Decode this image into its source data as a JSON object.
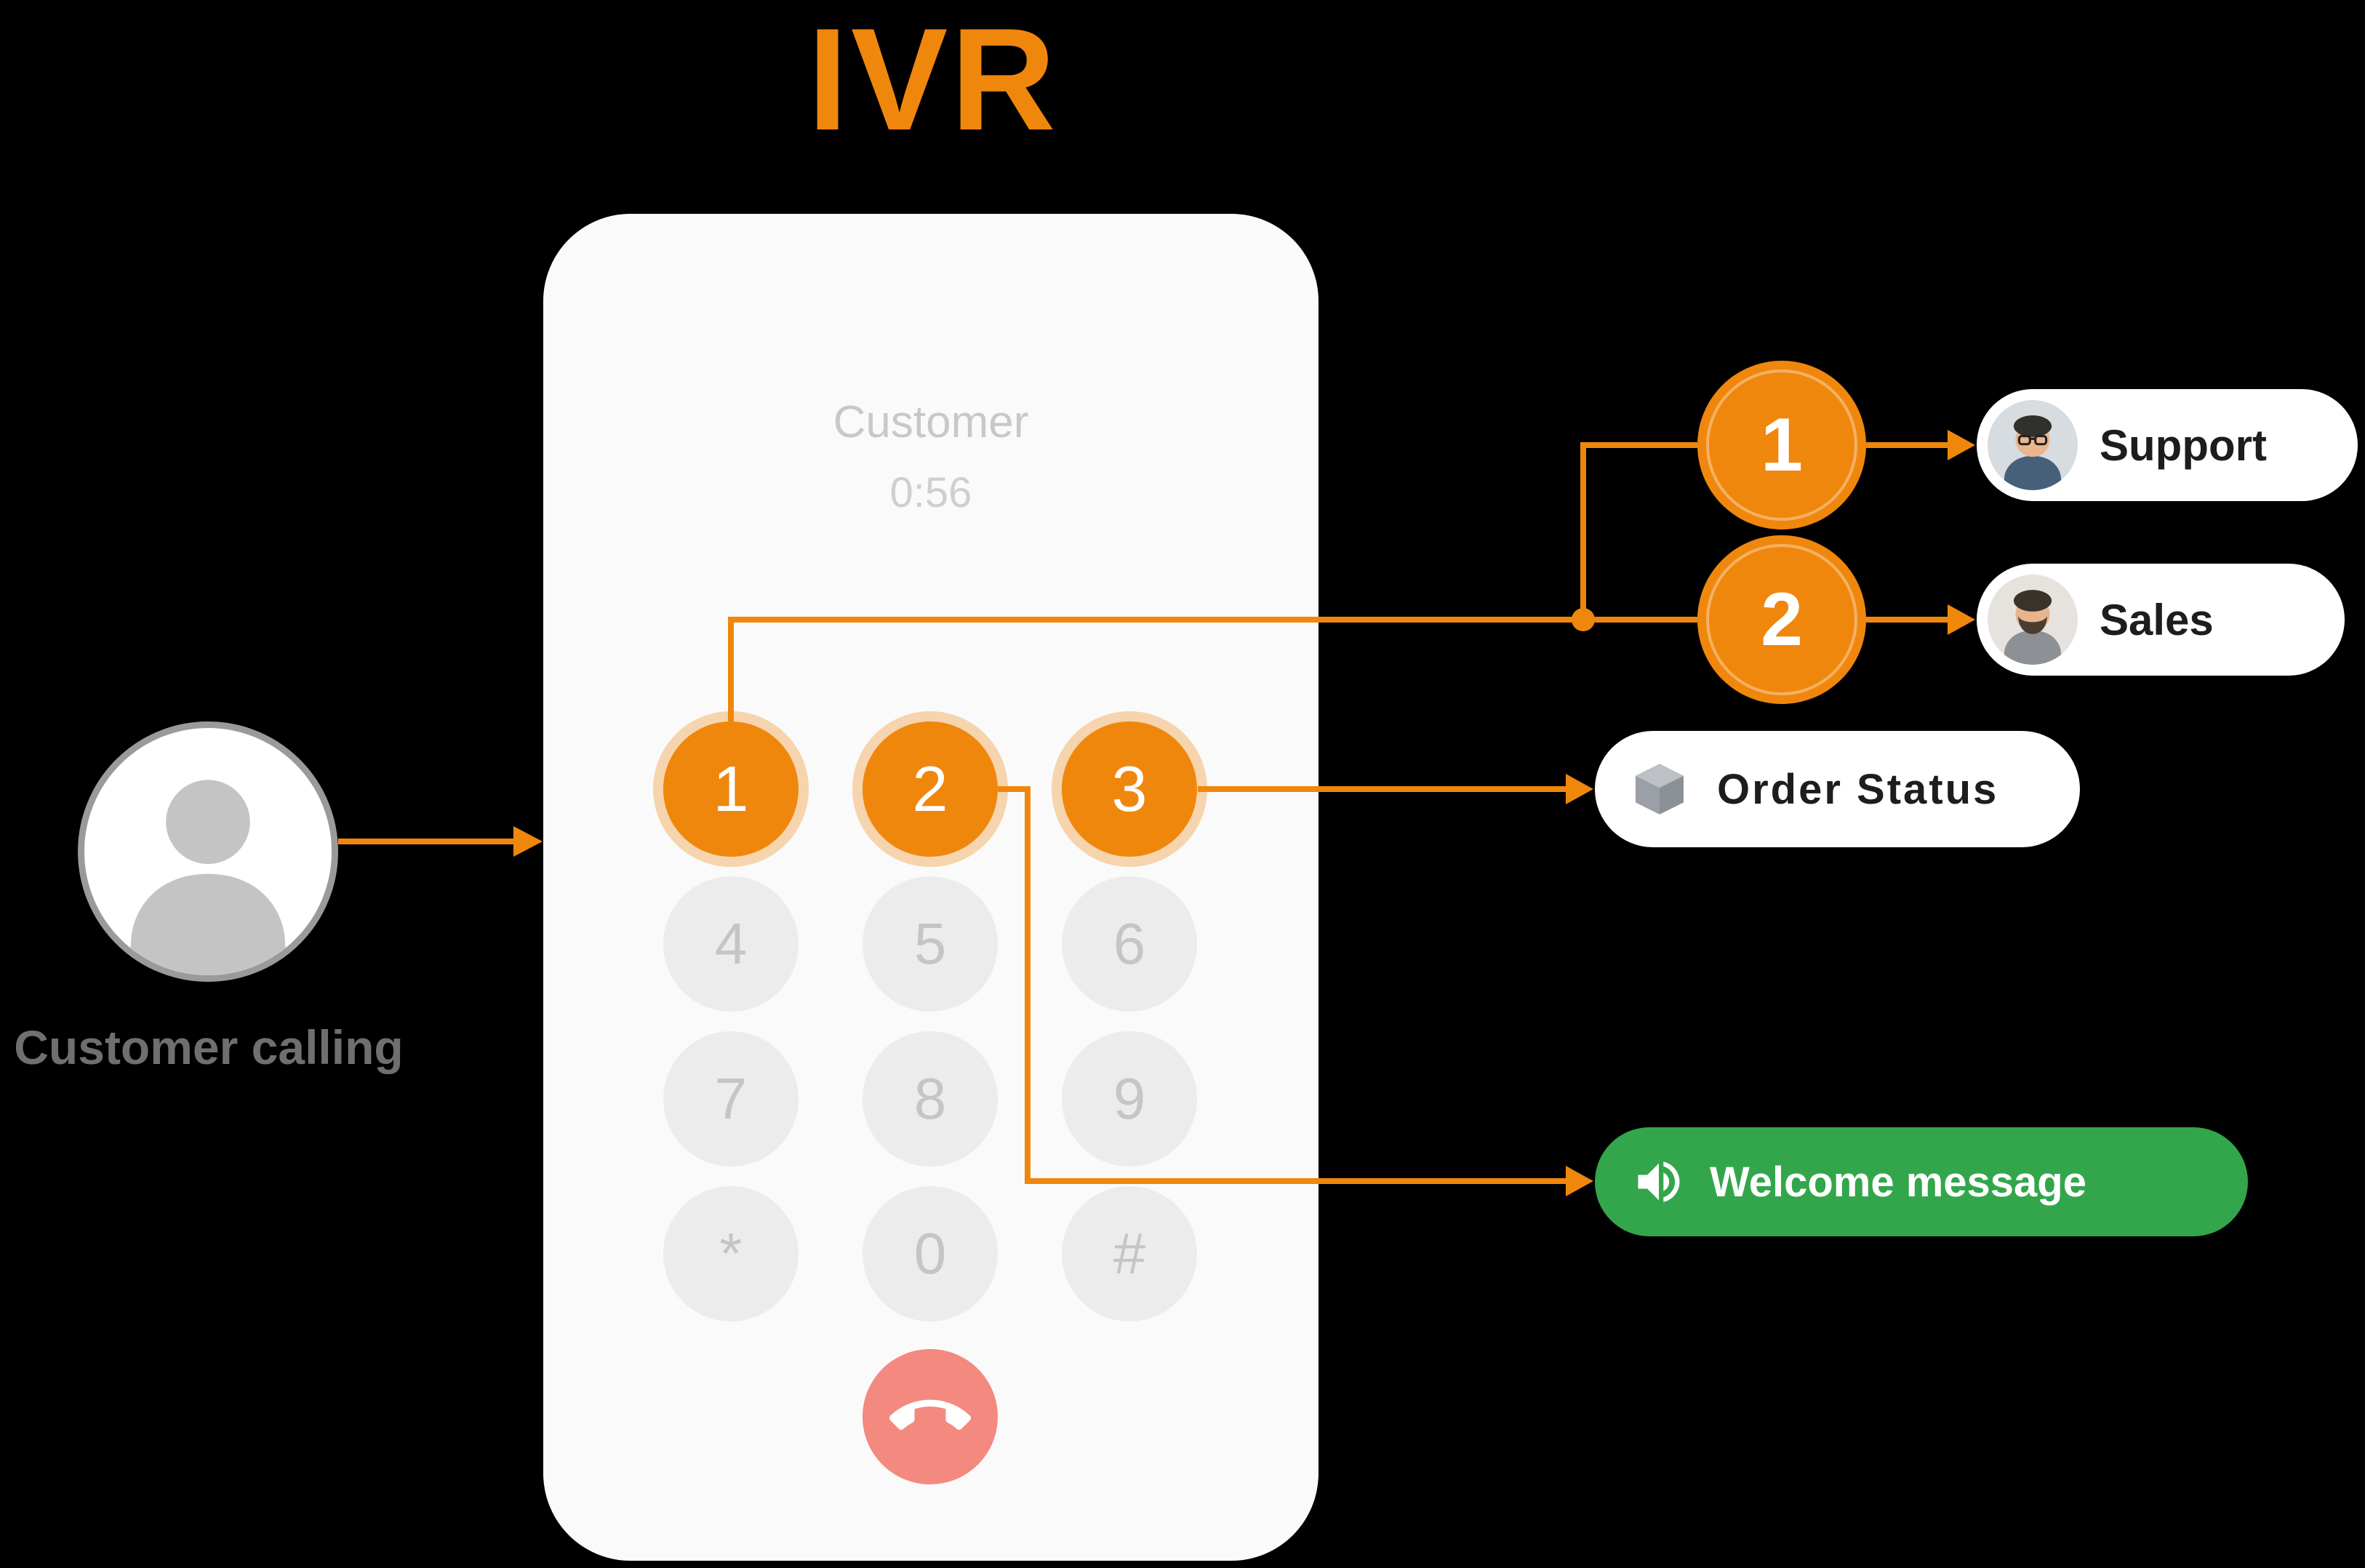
{
  "title": "IVR",
  "caller": {
    "label": "Customer calling"
  },
  "phone": {
    "contact_name": "Customer",
    "timer": "0:56",
    "keys": [
      "1",
      "2",
      "3",
      "4",
      "5",
      "6",
      "7",
      "8",
      "9",
      "*",
      "0",
      "#"
    ]
  },
  "routes": {
    "support": {
      "digit": "1",
      "label": "Support"
    },
    "sales": {
      "digit": "2",
      "label": "Sales"
    },
    "order_status": {
      "label": "Order Status"
    },
    "welcome_message": {
      "label": "Welcome message"
    }
  },
  "colors": {
    "accent_orange": "#F0870D",
    "success_green": "#33A64C",
    "hangup_red": "#F4897F",
    "phone_background": "#FAFAFA"
  }
}
